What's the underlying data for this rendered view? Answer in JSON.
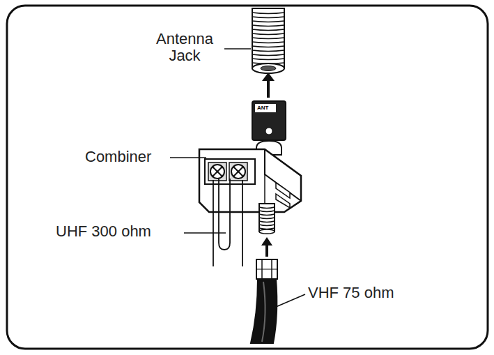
{
  "diagram": {
    "labels": [
      "Antenna Jack",
      "ANT",
      "Combiner",
      "UHF 300 ohm",
      "VHF 75 ohm"
    ]
  }
}
